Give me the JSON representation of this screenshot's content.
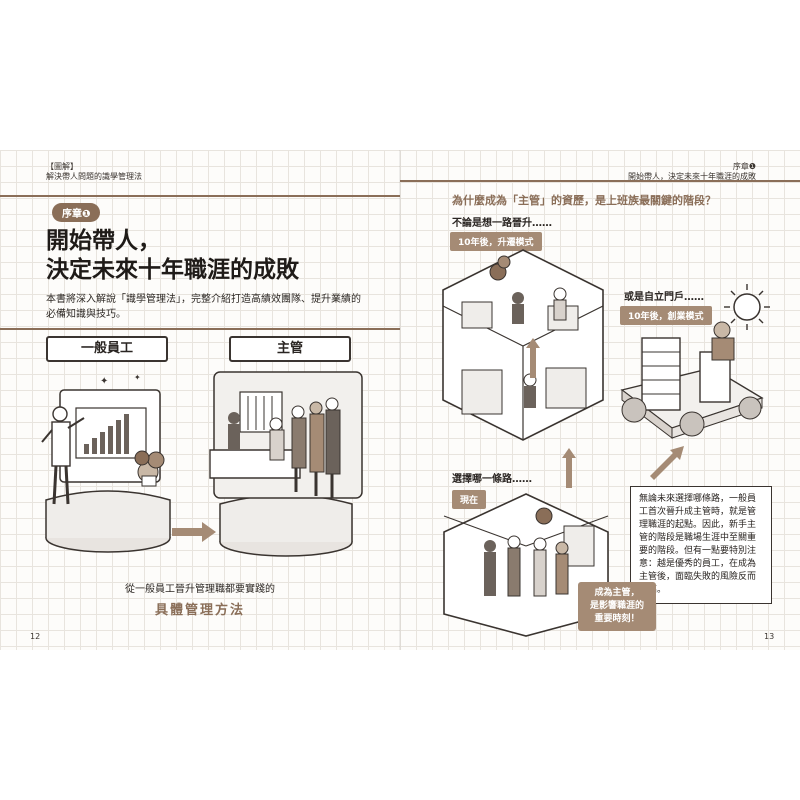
{
  "left_page": {
    "header": {
      "tag": "【圖解】",
      "subtitle": "解決帶人問題的識學管理法"
    },
    "badge": "序章❶",
    "title_line1": "開始帶人，",
    "title_line2": "決定未來十年職涯的成敗",
    "intro": "本書將深入解說「識學管理法」，完整介紹打造高績效團隊、提升業績的必備知識與技巧。",
    "box_employee": "一般員工",
    "box_manager": "主管",
    "caption": "從一般員工晉升管理職都要實踐的",
    "caption_strong": "具體管理方法",
    "page_number": "12"
  },
  "right_page": {
    "header": {
      "chapter": "序章❶",
      "subtitle": "開始帶人，決定未來十年職涯的成敗"
    },
    "question": "為什麼成為「主管」的資歷，是上班族最關鍵的階段？",
    "path_promotion": "不論是想一路晉升……",
    "tag_promotion": "10年後，升遷模式",
    "path_startup": "或是自立門戶……",
    "tag_startup": "10年後，創業模式",
    "path_choice": "選擇哪一條路……",
    "tag_now": "現在",
    "note": "無論未來選擇哪條路，一般員工首次晉升成主管時，就是管理職涯的起點。因此，新手主管的階段是職場生涯中至關重要的階段。但有一點要特別注意：越是優秀的員工，在成為主管後，面臨失敗的風險反而越高。",
    "callout_line1": "成為主管，",
    "callout_line2": "是影響職涯的",
    "callout_line3": "重要時刻！",
    "page_number": "13"
  },
  "colors": {
    "accent": "#8a6e58",
    "accent_light": "#a58b75",
    "ink": "#2a2522",
    "page": "#fdfcfa",
    "grid": "#e8e4de"
  },
  "icons": [
    "sun-icon",
    "arrow-right-icon",
    "arrow-up-icon",
    "arrow-diagonal-icon"
  ]
}
